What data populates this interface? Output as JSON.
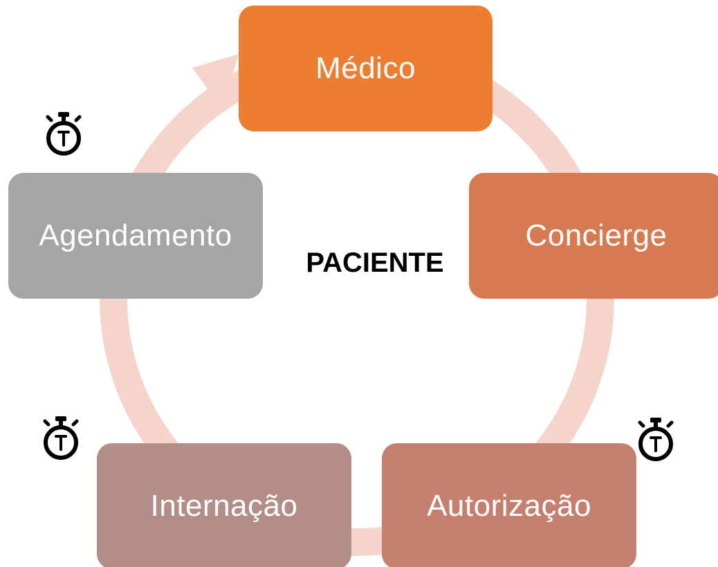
{
  "diagram": {
    "center_label": "PACIENTE",
    "ring_color": "#F5D5CB",
    "nodes": [
      {
        "key": "medico",
        "label": "Médico",
        "color": "#ED7D31"
      },
      {
        "key": "concierge",
        "label": "Concierge",
        "color": "#D67A52"
      },
      {
        "key": "autorizacao",
        "label": "Autorização",
        "color": "#C47F6E"
      },
      {
        "key": "internacao",
        "label": "Internação",
        "color": "#B38E88"
      },
      {
        "key": "agendamento",
        "label": "Agendamento",
        "color": "#A5A5A5"
      }
    ],
    "timer_icons": [
      "stopwatch-icon",
      "stopwatch-icon",
      "stopwatch-icon"
    ]
  }
}
